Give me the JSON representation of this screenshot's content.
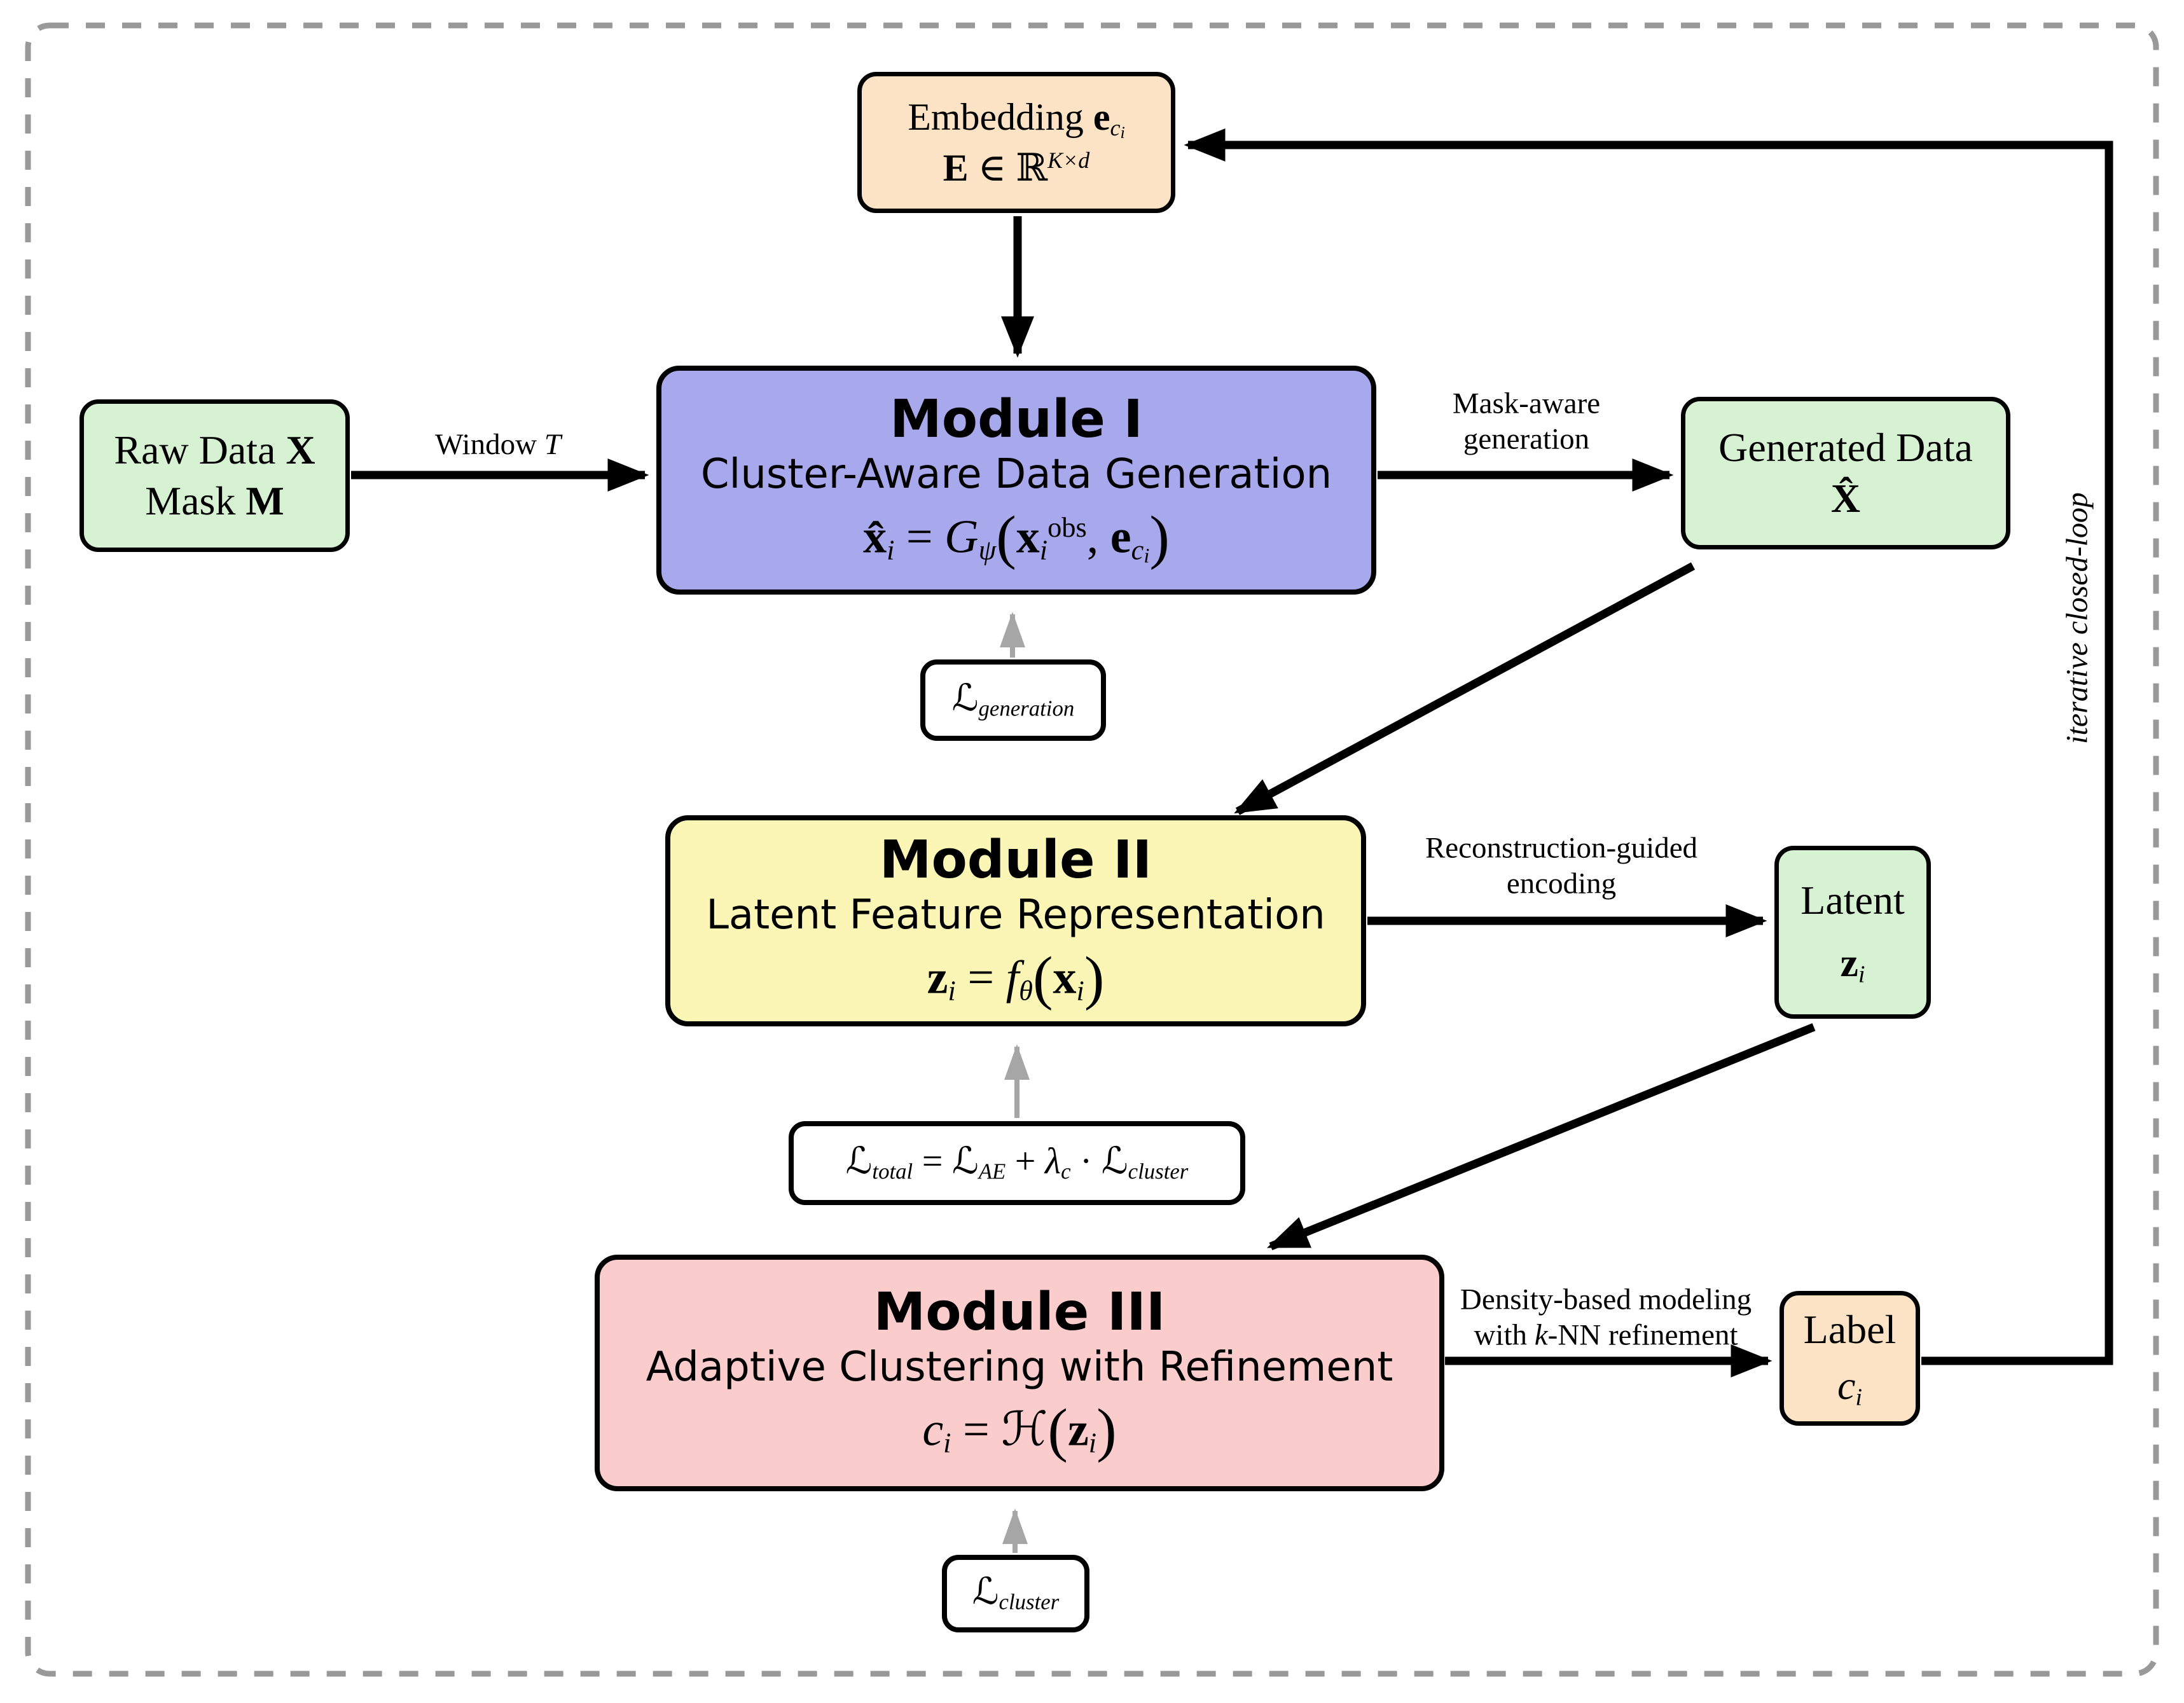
{
  "colors": {
    "arrow": "#000000",
    "loss_arrow": "#A6A6A6",
    "dashed_border": "#999999",
    "green_box": "#D7F1D3",
    "purple_box": "#A8A9EC",
    "yellow_box": "#FBF6B5",
    "pink_box": "#FBCCCC",
    "peach_box": "#FCE3C5"
  },
  "nodes": {
    "embedding": {
      "fill": "#FCE3C5",
      "line1": [
        [
          "Embedding ",
          ""
        ],
        [
          "e",
          "b"
        ],
        [
          "c",
          "sub"
        ],
        [
          "i",
          "ss"
        ]
      ],
      "line2": [
        [
          "E",
          "b"
        ],
        [
          " ∈ ",
          ""
        ],
        [
          "ℝ",
          ""
        ],
        [
          "K×d",
          "supi"
        ]
      ]
    },
    "raw_data": {
      "fill": "#D7F1D3",
      "line1": [
        [
          "Raw Data ",
          ""
        ],
        [
          "X",
          "b"
        ]
      ],
      "line2": [
        [
          "Mask ",
          ""
        ],
        [
          "M",
          "b"
        ]
      ]
    },
    "module1": {
      "fill": "#A8A9EC",
      "title": "Module I",
      "subtitle": "Cluster-Aware Data Generation",
      "formula": [
        [
          "x̂",
          "b"
        ],
        [
          "i",
          "sub"
        ],
        [
          " = ",
          ""
        ],
        [
          "G",
          "i"
        ],
        [
          "ψ",
          "sub"
        ],
        [
          "(",
          "p"
        ],
        [
          "x",
          "b"
        ],
        [
          "i",
          "sub"
        ],
        [
          "obs",
          "sup"
        ],
        [
          ", ",
          ""
        ],
        [
          "e",
          "b"
        ],
        [
          "c",
          "sub"
        ],
        [
          "i",
          "ss"
        ],
        [
          ")",
          "p"
        ]
      ]
    },
    "generated_data": {
      "fill": "#D7F1D3",
      "line1": [
        [
          "Generated Data",
          ""
        ]
      ],
      "line2": [
        [
          "X̂",
          "b"
        ]
      ]
    },
    "loss_generation": {
      "fill": "#FFFFFF",
      "formula": [
        [
          "ℒ",
          ""
        ],
        [
          "generation",
          "sub"
        ]
      ]
    },
    "module2": {
      "fill": "#FBF6B5",
      "title": "Module II",
      "subtitle": "Latent Feature Representation",
      "formula": [
        [
          "z",
          "b"
        ],
        [
          "i",
          "sub"
        ],
        [
          " = ",
          ""
        ],
        [
          "f",
          "i"
        ],
        [
          "θ",
          "sub"
        ],
        [
          "(",
          "p"
        ],
        [
          "x",
          "b"
        ],
        [
          "i",
          "sub"
        ],
        [
          ")",
          "p"
        ]
      ]
    },
    "latent": {
      "fill": "#D7F1D3",
      "line1": [
        [
          "Latent",
          ""
        ]
      ],
      "line2": [
        [
          "z",
          "b"
        ],
        [
          "i",
          "sub"
        ]
      ]
    },
    "loss_total": {
      "fill": "#FFFFFF",
      "formula": [
        [
          "ℒ",
          ""
        ],
        [
          "total",
          "sub"
        ],
        [
          " = ",
          ""
        ],
        [
          "ℒ",
          ""
        ],
        [
          "AE",
          "sub"
        ],
        [
          " + ",
          ""
        ],
        [
          "λ",
          "i"
        ],
        [
          "c",
          "sub"
        ],
        [
          " · ",
          ""
        ],
        [
          "ℒ",
          ""
        ],
        [
          "cluster",
          "sub"
        ]
      ]
    },
    "module3": {
      "fill": "#FBCCCC",
      "title": "Module III",
      "subtitle": "Adaptive Clustering with Refinement",
      "formula": [
        [
          "c",
          "i"
        ],
        [
          "i",
          "sub"
        ],
        [
          " = ",
          ""
        ],
        [
          "ℋ",
          ""
        ],
        [
          "(",
          "p"
        ],
        [
          "z",
          "b"
        ],
        [
          "i",
          "sub"
        ],
        [
          ")",
          "p"
        ]
      ]
    },
    "label": {
      "fill": "#FCE3C5",
      "line1": [
        [
          "Label",
          ""
        ]
      ],
      "line2": [
        [
          "c",
          "i"
        ],
        [
          "i",
          "sub"
        ]
      ]
    },
    "loss_cluster": {
      "fill": "#FFFFFF",
      "formula": [
        [
          "ℒ",
          ""
        ],
        [
          "cluster",
          "sub"
        ]
      ]
    }
  },
  "edge_labels": {
    "window": [
      [
        "Window ",
        ""
      ],
      [
        "T",
        "i"
      ]
    ],
    "mask_aware": {
      "line1": [
        [
          "Mask-aware",
          ""
        ]
      ],
      "line2": [
        [
          "generation",
          ""
        ]
      ]
    },
    "reconstruction": {
      "line1": [
        [
          "Reconstruction-guided",
          ""
        ]
      ],
      "line2": [
        [
          "encoding",
          ""
        ]
      ]
    },
    "density": {
      "line1": [
        [
          "Density-based modeling",
          ""
        ]
      ],
      "line2": [
        [
          "with ",
          ""
        ],
        [
          "k",
          "i"
        ],
        [
          "-NN refinement",
          ""
        ]
      ]
    },
    "loop": [
      [
        "iterative closed-loop",
        "i"
      ]
    ]
  }
}
